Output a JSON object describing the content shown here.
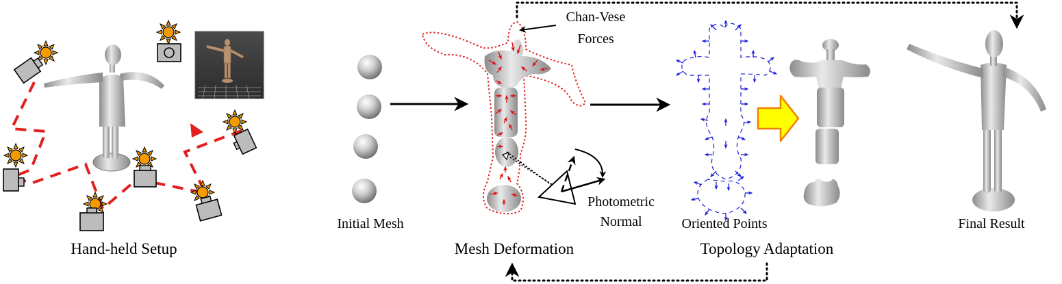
{
  "labels": {
    "hand_held_setup": "Hand-held Setup",
    "initial_mesh": "Initial Mesh",
    "mesh_deformation": "Mesh Deformation",
    "chan_vese_line1": "Chan-Vese",
    "chan_vese_line2": "Forces",
    "photometric_line1": "Photometric",
    "photometric_line2": "Normal",
    "oriented_points": "Oriented Points",
    "topology_adaptation": "Topology Adaptation",
    "final_result": "Final Result"
  },
  "colors": {
    "camera_path": "#e32020",
    "deformation_arrows": "#e01010",
    "oriented_arrows": "#1a1ad6",
    "adapt_arrow_fill": "#ffff00",
    "adapt_arrow_stroke": "#f08000",
    "sun_fill": "#f59a00",
    "camera_fill": "#bcbcbc"
  },
  "icons": [
    "sun-icon",
    "camera-icon",
    "sphere-icon",
    "block-arrow-icon"
  ]
}
